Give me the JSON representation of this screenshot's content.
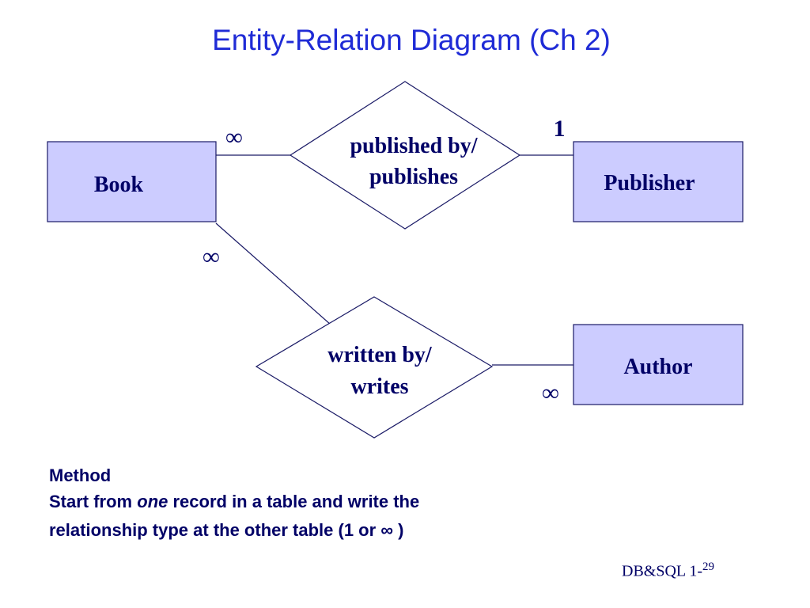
{
  "title": "Entity-Relation Diagram (Ch 2)",
  "entities": {
    "book": "Book",
    "publisher": "Publisher",
    "author": "Author"
  },
  "relations": {
    "published": {
      "line1": "published by/",
      "line2": "publishes"
    },
    "written": {
      "line1": "written by/",
      "line2": "writes"
    }
  },
  "cardinalities": {
    "book_published": "∞",
    "publisher_published": "1",
    "book_written": "∞",
    "author_written": "∞"
  },
  "method": {
    "heading": "Method",
    "line2_start": "Start from ",
    "line2_emph": "one",
    "line2_end": " record in a table and write the",
    "line3": "relationship type at the other table (1 or ∞ )"
  },
  "footer": {
    "text": "DB&SQL 1-",
    "page": "29"
  },
  "colors": {
    "title": "#1f2bd6",
    "entity_fill": "#ccccff",
    "text": "#000066"
  }
}
